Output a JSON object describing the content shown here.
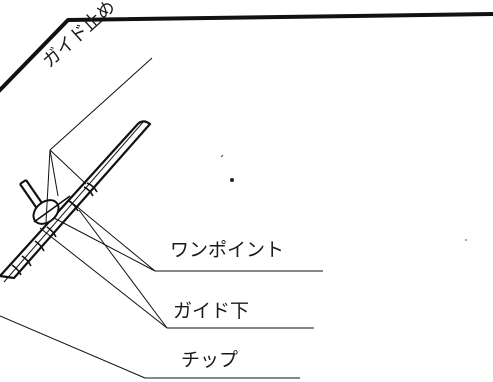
{
  "labels": {
    "guide_stop": "ガイド止め",
    "one_point": "ワンポイント",
    "guide_lower": "ガイド下",
    "tip": "チップ"
  }
}
